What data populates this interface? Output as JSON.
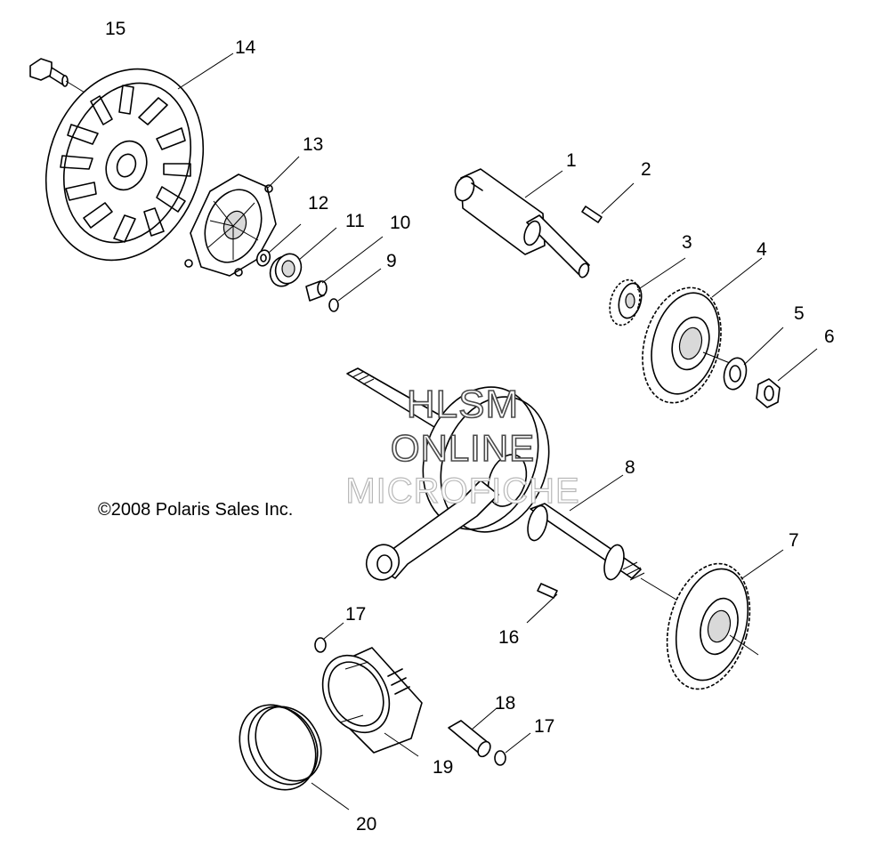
{
  "diagram": {
    "callouts": [
      {
        "id": "1",
        "text": "1"
      },
      {
        "id": "2",
        "text": "2"
      },
      {
        "id": "3",
        "text": "3"
      },
      {
        "id": "4",
        "text": "4"
      },
      {
        "id": "5",
        "text": "5"
      },
      {
        "id": "6",
        "text": "6"
      },
      {
        "id": "7",
        "text": "7"
      },
      {
        "id": "8",
        "text": "8"
      },
      {
        "id": "9",
        "text": "9"
      },
      {
        "id": "10",
        "text": "10"
      },
      {
        "id": "11",
        "text": "11"
      },
      {
        "id": "12",
        "text": "12"
      },
      {
        "id": "13",
        "text": "13"
      },
      {
        "id": "14",
        "text": "14"
      },
      {
        "id": "15",
        "text": "15"
      },
      {
        "id": "16",
        "text": "16"
      },
      {
        "id": "17a",
        "text": "17"
      },
      {
        "id": "17b",
        "text": "17"
      },
      {
        "id": "18",
        "text": "18"
      },
      {
        "id": "19",
        "text": "19"
      },
      {
        "id": "20",
        "text": "20"
      }
    ],
    "copyright": "©2008 Polaris Sales Inc.",
    "watermark": {
      "line1": "HLSM",
      "line2": "ONLINE",
      "line3": "MICROFICHE"
    }
  }
}
